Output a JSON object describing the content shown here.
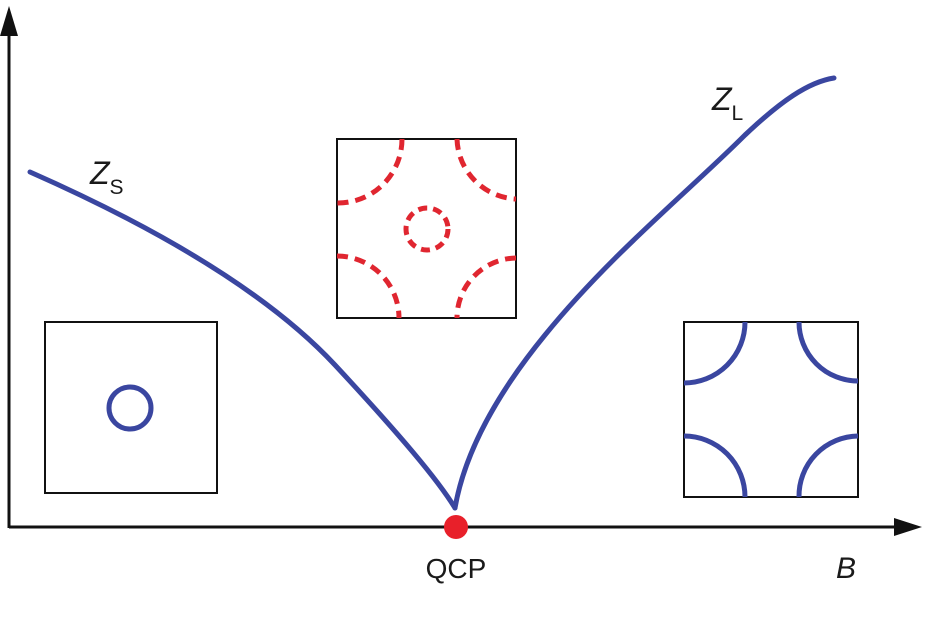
{
  "labels": {
    "qcp": "QCP",
    "x_axis": "B",
    "left_curve_main": "Z",
    "left_curve_sub": "S",
    "right_curve_main": "Z",
    "right_curve_sub": "L"
  },
  "colors": {
    "curve": "#3a46a0",
    "critical_point": "#e8202a",
    "dashed_contour": "#e02630",
    "frame": "#111111",
    "axis": "#111111"
  },
  "insets": [
    {
      "name": "small-fermi-surface",
      "contour": "circle",
      "style": "solid",
      "color": "blue"
    },
    {
      "name": "critical-fermi-surface",
      "contour": "circle-plus-corner-arcs",
      "style": "dashed",
      "color": "red"
    },
    {
      "name": "large-fermi-surface",
      "contour": "corner-arcs",
      "style": "solid",
      "color": "blue"
    }
  ]
}
